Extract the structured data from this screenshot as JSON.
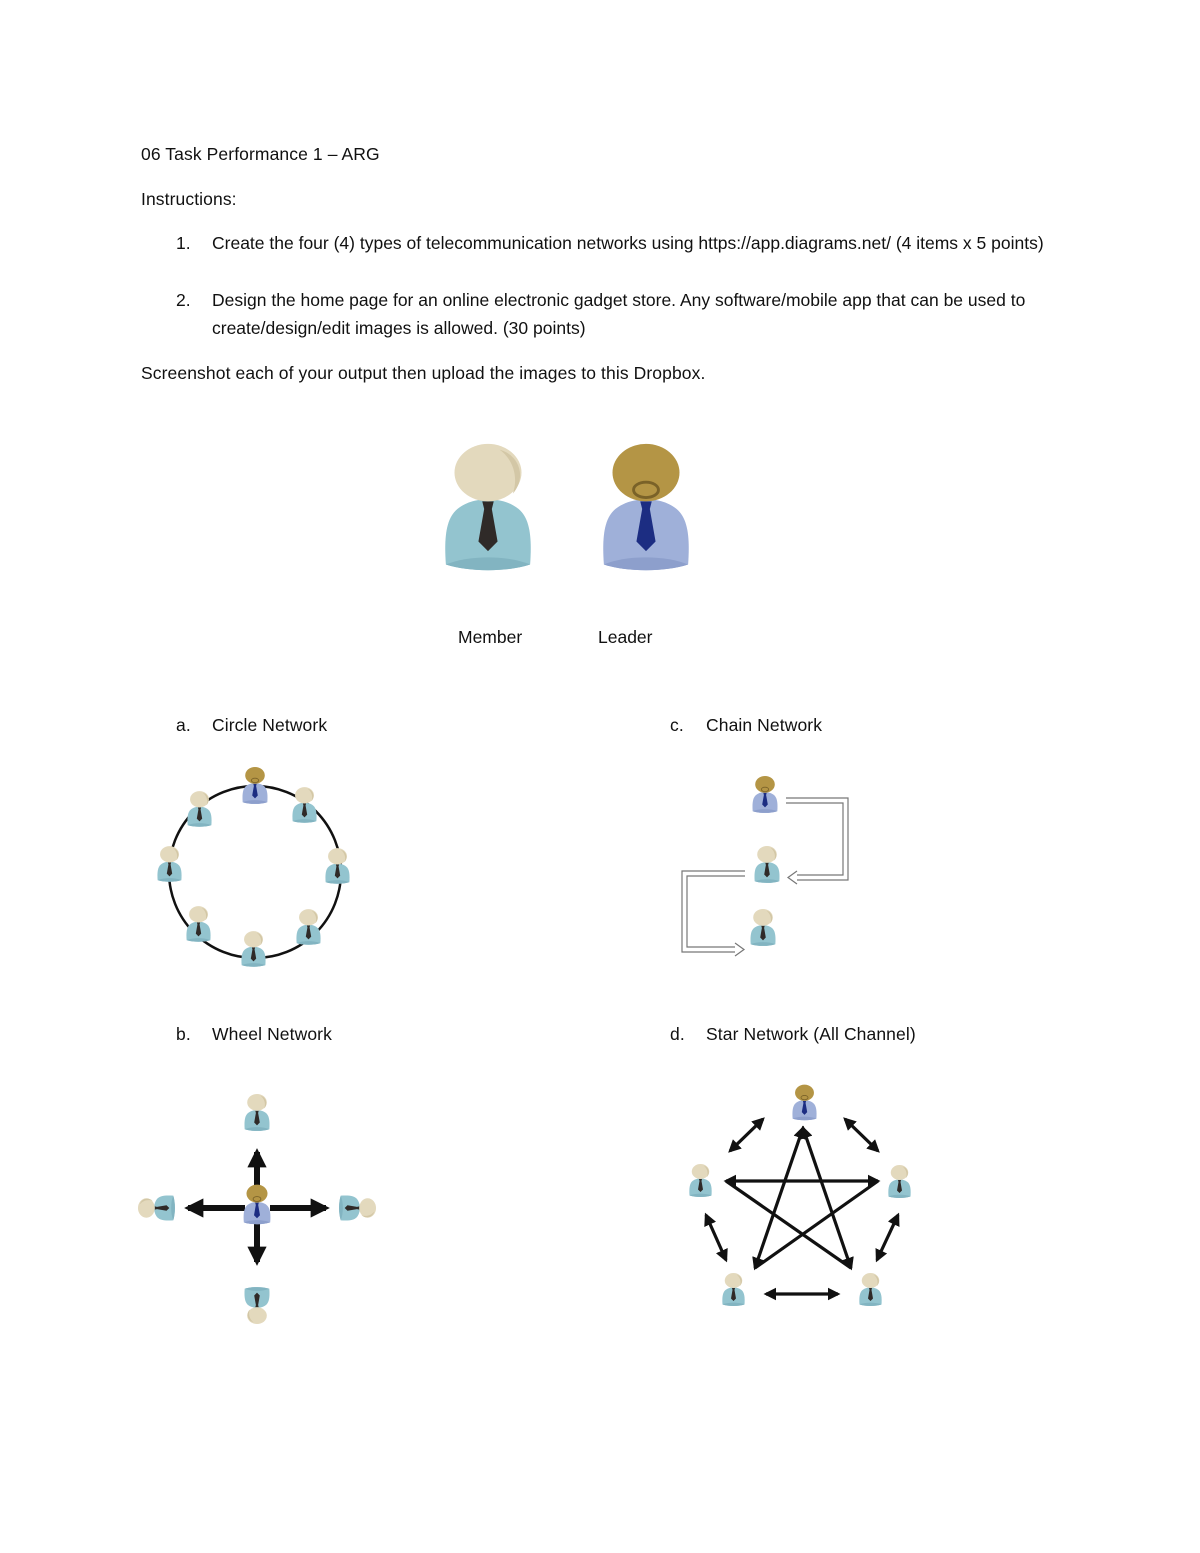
{
  "document": {
    "title": "06 Task Performance 1 – ARG",
    "instructions_heading": "Instructions:",
    "instructions": [
      {
        "number": "1.",
        "text": "Create the four (4) types of telecommunication networks using https://app.diagrams.net/ (4 items x 5 points)"
      },
      {
        "number": "2.",
        "text": "Design the home page for an online electronic gadget store. Any software/mobile app that can be used to create/design/edit images is allowed. (30 points)"
      }
    ],
    "footer_note": "Screenshot each of your output then upload the images to this Dropbox."
  },
  "legend": {
    "member_label": "Member",
    "leader_label": "Leader"
  },
  "networks": [
    {
      "letter": "a.",
      "name": "Circle Network",
      "members": 7,
      "leaders": 1
    },
    {
      "letter": "b.",
      "name": "Wheel Network",
      "members": 4,
      "leaders": 1
    },
    {
      "letter": "c.",
      "name": "Chain Network",
      "members": 2,
      "leaders": 1
    },
    {
      "letter": "d.",
      "name": "Star Network (All Channel)",
      "members": 4,
      "leaders": 1
    }
  ],
  "colors": {
    "member_head": "#e3d9bd",
    "member_body": "#93c4cf",
    "member_tie": "#2f2a28",
    "leader_head": "#b49545",
    "leader_body": "#9fb0d9",
    "leader_tie": "#1c2d82",
    "line": "#111111",
    "chain_arrow": "#777777"
  }
}
